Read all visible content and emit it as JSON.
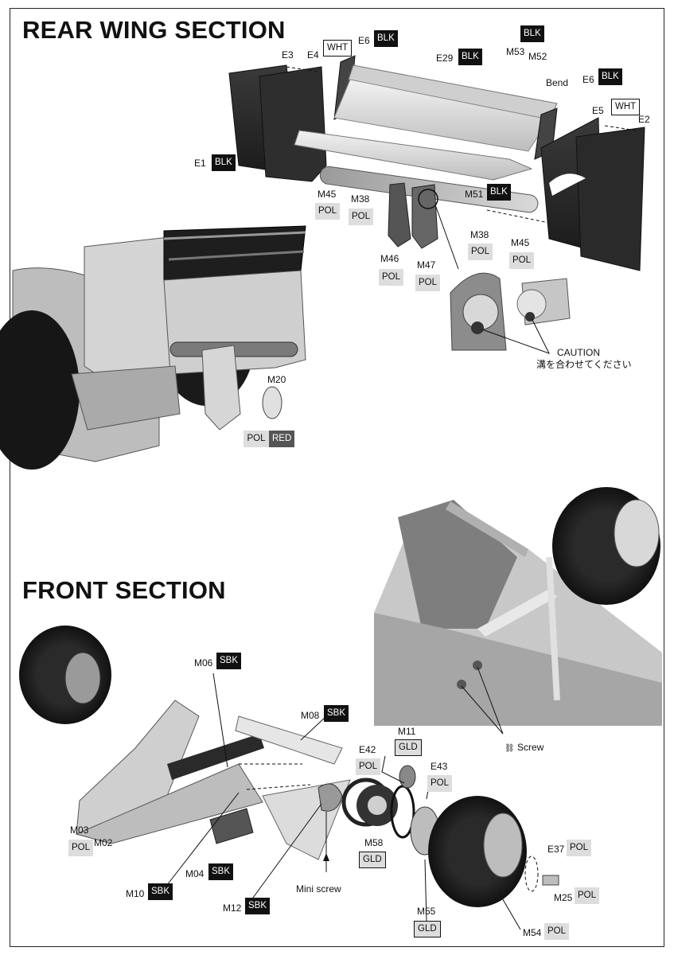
{
  "rear_section": {
    "title": "REAR WING SECTION",
    "labels": {
      "e3": "E3",
      "e4": "E4",
      "e6_left": "E6",
      "e29": "E29",
      "m53": "M53",
      "m52": "M52",
      "bend": "Bend",
      "e6_right": "E6",
      "e5": "E5",
      "e2": "E2",
      "e1": "E1",
      "m45_left": "M45",
      "m38_left": "M38",
      "m51": "M51",
      "m38_right": "M38",
      "m45_right": "M45",
      "m46": "M46",
      "m47": "M47",
      "m20": "M20"
    },
    "badges": {
      "e4_wht": "WHT",
      "e6_left_blk": "BLK",
      "e29_blk": "BLK",
      "top_blk": "BLK",
      "e6_right_blk": "BLK",
      "e5_wht": "WHT",
      "e1_blk": "BLK",
      "m51_blk": "BLK",
      "m45_left_pol": "POL",
      "m38_left_pol": "POL",
      "m38_right_pol": "POL",
      "m45_right_pol": "POL",
      "m46_pol": "POL",
      "m47_pol": "POL",
      "m20_pol": "POL",
      "m20_red": "RED"
    },
    "caution": {
      "line1": "CAUTION",
      "line2": "溝を合わせてください"
    }
  },
  "front_section": {
    "title": "FRONT SECTION",
    "labels": {
      "m06": "M06",
      "m08": "M08",
      "m11": "M11",
      "e42": "E42",
      "e43": "E43",
      "m03": "M03",
      "m02": "M02",
      "m58": "M58",
      "e37": "E37",
      "m04": "M04",
      "m10": "M10",
      "m25": "M25",
      "m12": "M12",
      "m55": "M55",
      "m54": "M54"
    },
    "badges": {
      "m06_sbk": "SBK",
      "m08_sbk": "SBK",
      "m11_gld": "GLD",
      "e42_pol": "POL",
      "e43_pol": "POL",
      "m03_pol": "POL",
      "m58_gld": "GLD",
      "e37_pol": "POL",
      "m04_sbk": "SBK",
      "m10_sbk": "SBK",
      "m25_pol": "POL",
      "m12_sbk": "SBK",
      "m55_gld": "GLD",
      "m54_pol": "POL"
    },
    "notes": {
      "screw": "Screw",
      "mini_screw": "Mini screw"
    }
  },
  "colors": {
    "black_badge": "#111111",
    "pol_badge": "#dddddd",
    "red_badge": "#555555",
    "frame": "#222222"
  }
}
